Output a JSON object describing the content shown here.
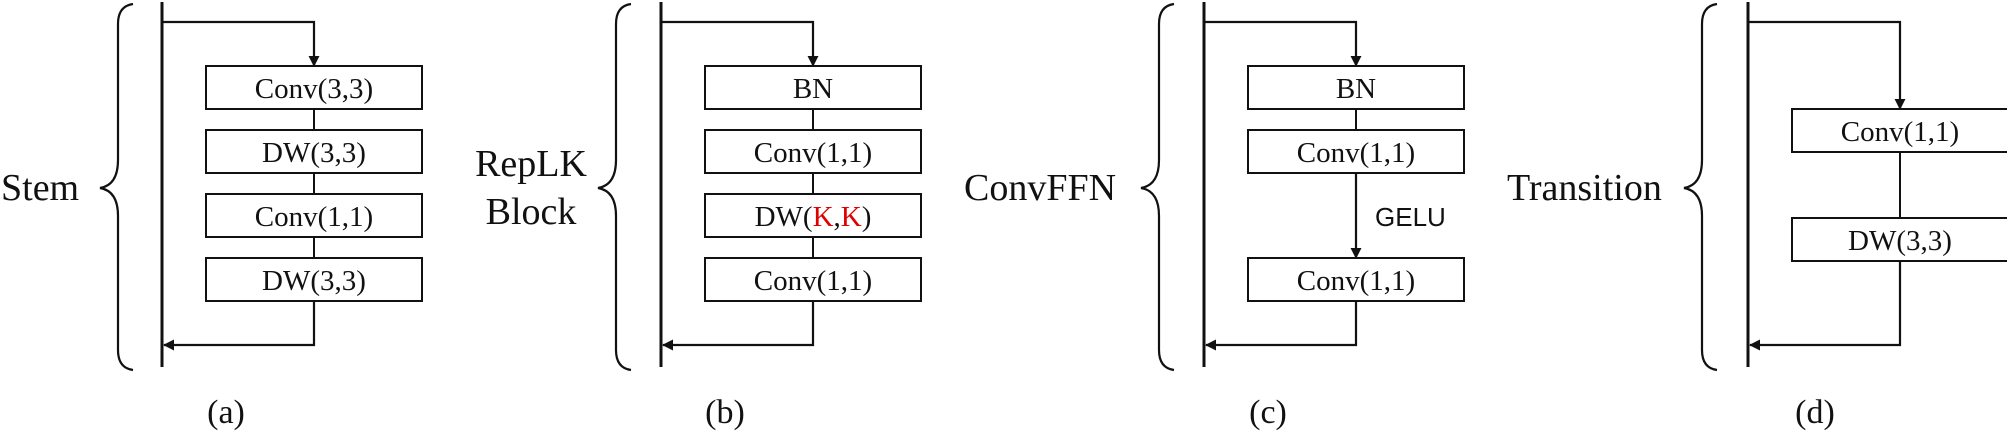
{
  "panels": [
    {
      "label_lines": [
        "Stem"
      ],
      "blocks": [
        {
          "text": "Conv(3,3)"
        },
        {
          "text": "DW(3,3)"
        },
        {
          "text": "Conv(1,1)"
        },
        {
          "text": "DW(3,3)"
        }
      ],
      "caption": "(a)"
    },
    {
      "label_lines": [
        "RepLK",
        "Block"
      ],
      "blocks": [
        {
          "text": "BN"
        },
        {
          "text": "Conv(1,1)"
        },
        {
          "parts": [
            "DW(",
            "K",
            ",",
            "K",
            ")"
          ]
        },
        {
          "text": "Conv(1,1)"
        }
      ],
      "caption": "(b)"
    },
    {
      "label_lines": [
        "ConvFFN"
      ],
      "blocks": [
        {
          "text": "BN"
        },
        {
          "text": "Conv(1,1)"
        },
        {
          "text": "Conv(1,1)"
        }
      ],
      "activation": "GELU",
      "caption": "(c)"
    },
    {
      "label_lines": [
        "Transition"
      ],
      "blocks": [
        {
          "text": "Conv(1,1)"
        },
        {
          "text": "DW(3,3)"
        }
      ],
      "caption": "(d)"
    }
  ],
  "colors": {
    "line": "#111111",
    "highlight": "#e00000"
  }
}
